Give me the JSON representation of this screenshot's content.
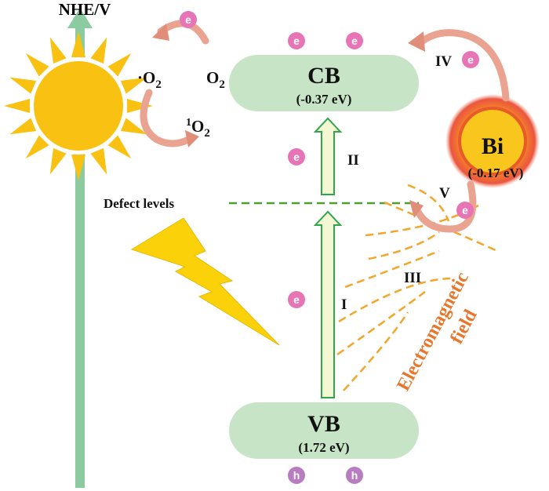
{
  "axis": {
    "label": "NHE/V",
    "color": "#8ccba0"
  },
  "bands": {
    "cb": {
      "label": "CB",
      "value": "(-0.37 eV)"
    },
    "vb": {
      "label": "VB",
      "value": "(1.72 eV)"
    },
    "fill_color": "#c7e5c6"
  },
  "defect": {
    "label": "Defect levels",
    "color": "#4f9c2f"
  },
  "bi": {
    "label": "Bi",
    "value": "(-0.17 eV)"
  },
  "field": {
    "label_line1": "Electromagnetic",
    "label_line2": "field",
    "color": "#e8772e"
  },
  "species": {
    "superoxide": "·O",
    "superoxide_sub": "2",
    "oxygen": "O",
    "oxygen_sub": "2",
    "singlet_sup": "1",
    "singlet": "O",
    "singlet_sub": "2"
  },
  "steps": {
    "I": "I",
    "II": "II",
    "III": "III",
    "IV": "IV",
    "V": "V"
  },
  "carriers": {
    "electron": "e",
    "hole": "h",
    "electron_color": "#e774b4",
    "hole_color": "#b77dc0"
  },
  "icons": {
    "sun": "sun-icon",
    "lightning": "lightning-icon"
  }
}
